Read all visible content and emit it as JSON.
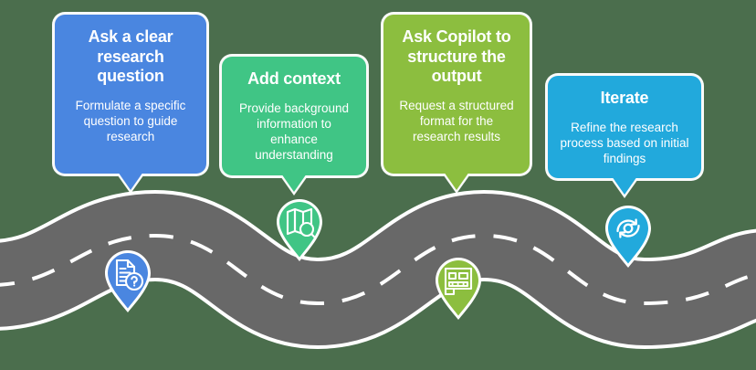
{
  "graphic": {
    "type": "roadmap-infographic",
    "background_color": "#4b6e4d",
    "road_color": "#686868",
    "road_edge_color": "#ffffff",
    "road_dash_color": "#ffffff"
  },
  "steps": [
    {
      "id": "step-1",
      "title": "Ask a clear research question",
      "description": "Formulate a specific question to guide research",
      "color": "#4a86e0",
      "pin_icon": "document-question-icon"
    },
    {
      "id": "step-2",
      "title": "Add context",
      "description": "Provide background information to enhance understanding",
      "color": "#40c585",
      "pin_icon": "map-search-icon"
    },
    {
      "id": "step-3",
      "title": "Ask Copilot to structure the output",
      "description": "Request a structured format for the research results",
      "color": "#8cbe3f",
      "pin_icon": "structured-layout-icon"
    },
    {
      "id": "step-4",
      "title": "Iterate",
      "description": "Refine the research process based on initial findings",
      "color": "#22a9dc",
      "pin_icon": "refresh-cycle-icon"
    }
  ]
}
